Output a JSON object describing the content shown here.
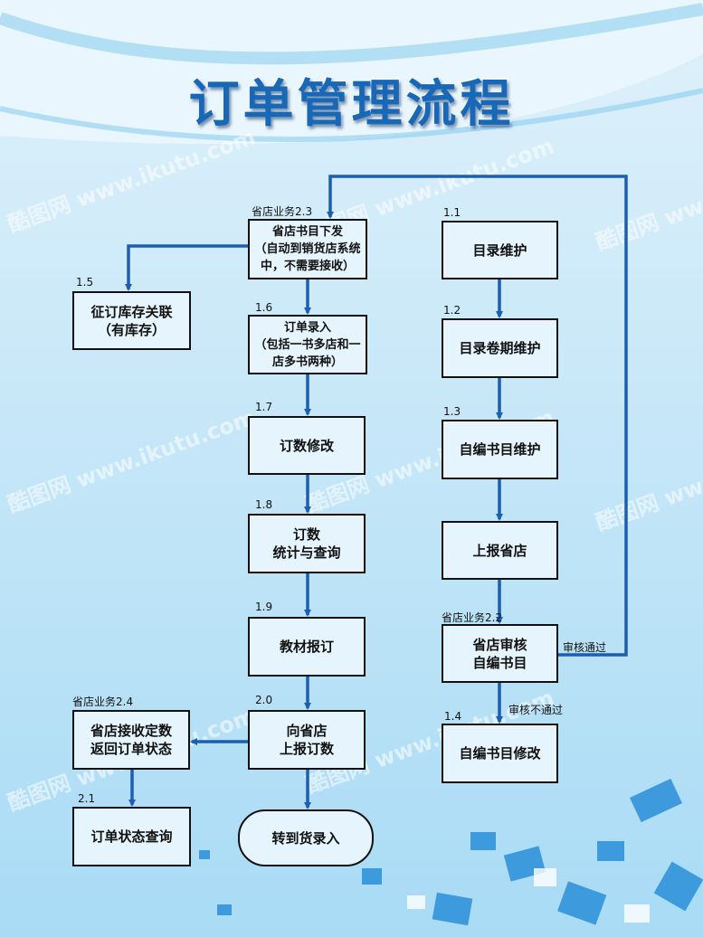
{
  "title": "订单管理流程",
  "watermark": "酷图网 www.ikutu.com",
  "colors": {
    "arrow": "#1c5fae",
    "title": "#1769b8"
  },
  "nodes": {
    "n23": {
      "id": "省店业务2.3",
      "text": "省店书目下发\n（自动到销货店系统\n中，不需要接收）"
    },
    "n15": {
      "id": "1.5",
      "text": "征订库存关联\n（有库存）"
    },
    "n16": {
      "id": "1.6",
      "text": "订单录入\n（包括一书多店和一\n店多书两种）"
    },
    "n17": {
      "id": "1.7",
      "text": "订数修改"
    },
    "n18": {
      "id": "1.8",
      "text": "订数\n统计与查询"
    },
    "n19": {
      "id": "1.9",
      "text": "教材报订"
    },
    "n20": {
      "id": "2.0",
      "text": "向省店\n上报订数"
    },
    "n24": {
      "id": "省店业务2.4",
      "text": "省店接收定数\n返回订单状态"
    },
    "n21": {
      "id": "2.1",
      "text": "订单状态查询"
    },
    "end": {
      "text": "转到货录入"
    },
    "n11": {
      "id": "1.1",
      "text": "目录维护"
    },
    "n12": {
      "id": "1.2",
      "text": "目录卷期维护"
    },
    "n13": {
      "id": "1.3",
      "text": "自编书目维护"
    },
    "report": {
      "text": "上报省店"
    },
    "n22": {
      "id": "省店业务2.2",
      "text": "省店审核\n自编书目"
    },
    "n14": {
      "id": "1.4",
      "text": "自编书目修改"
    }
  },
  "edges": {
    "pass": "审核通过",
    "fail": "审核不通过"
  }
}
